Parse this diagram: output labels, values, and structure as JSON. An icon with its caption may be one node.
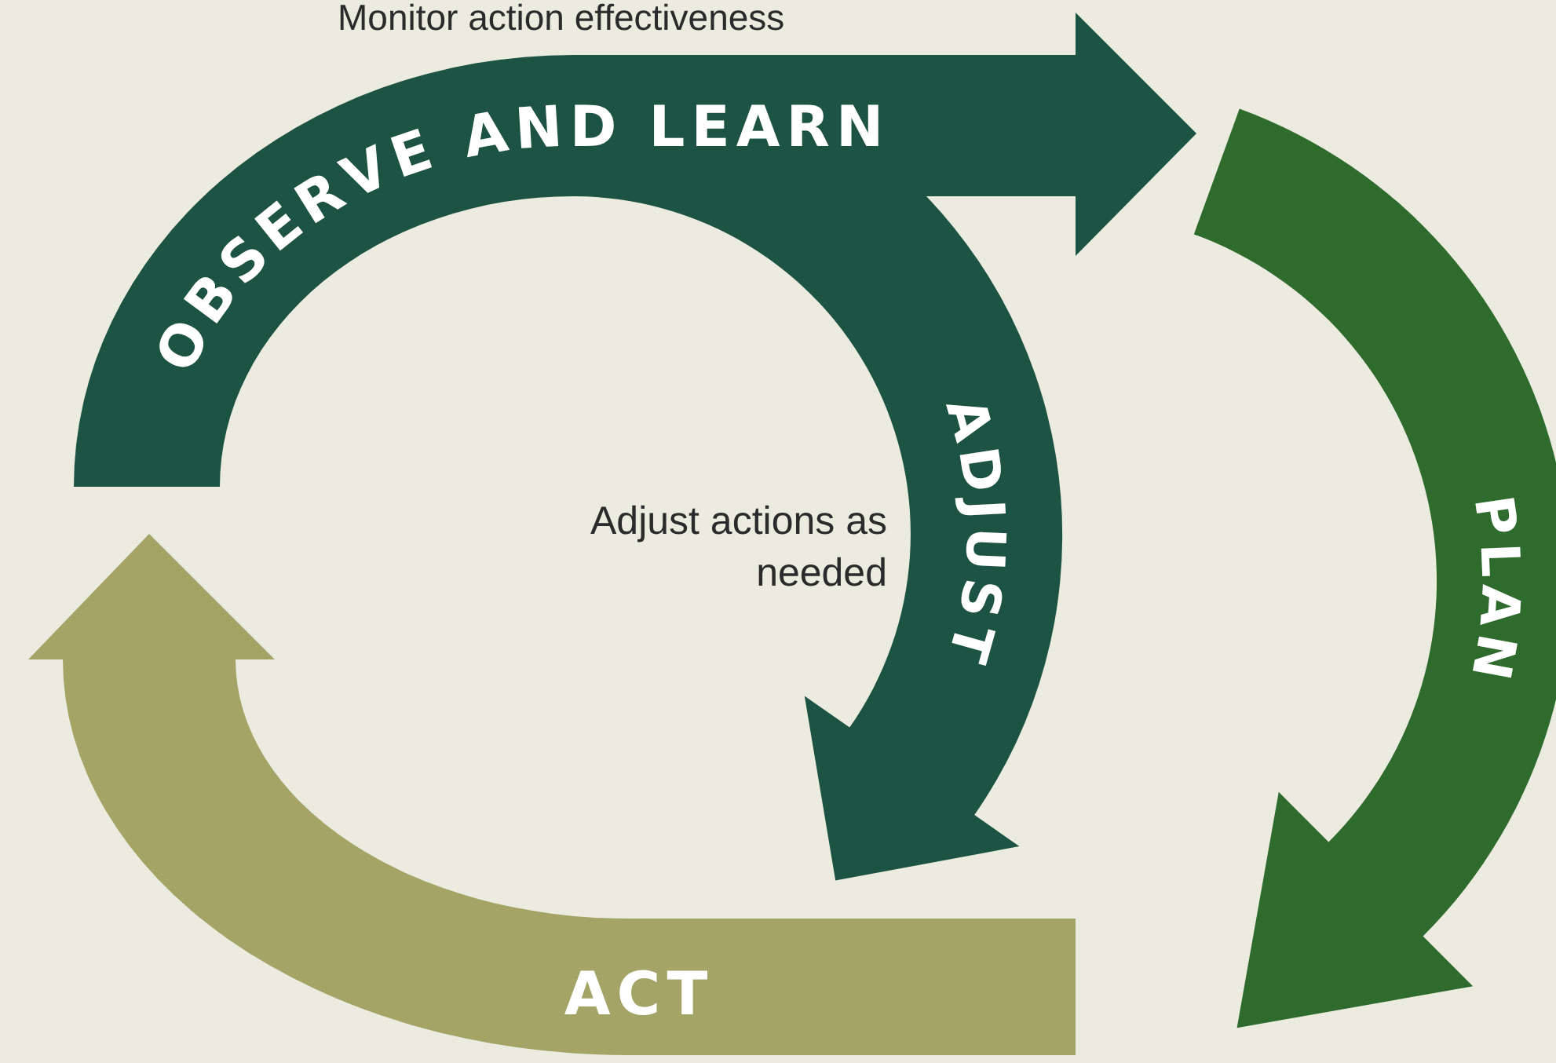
{
  "diagram": {
    "nodes": [
      {
        "text": [
          "OBSERVE AND LEARN"
        ],
        "beside": [
          "Monitor action effectiveness"
        ]
      },
      {
        "text": [
          "ADJUST"
        ],
        "beside": [
          "Adjust actions as needed"
        ]
      },
      {
        "text": [
          "PLAN"
        ]
      },
      {
        "text": [
          "ACT"
        ]
      }
    ]
  }
}
